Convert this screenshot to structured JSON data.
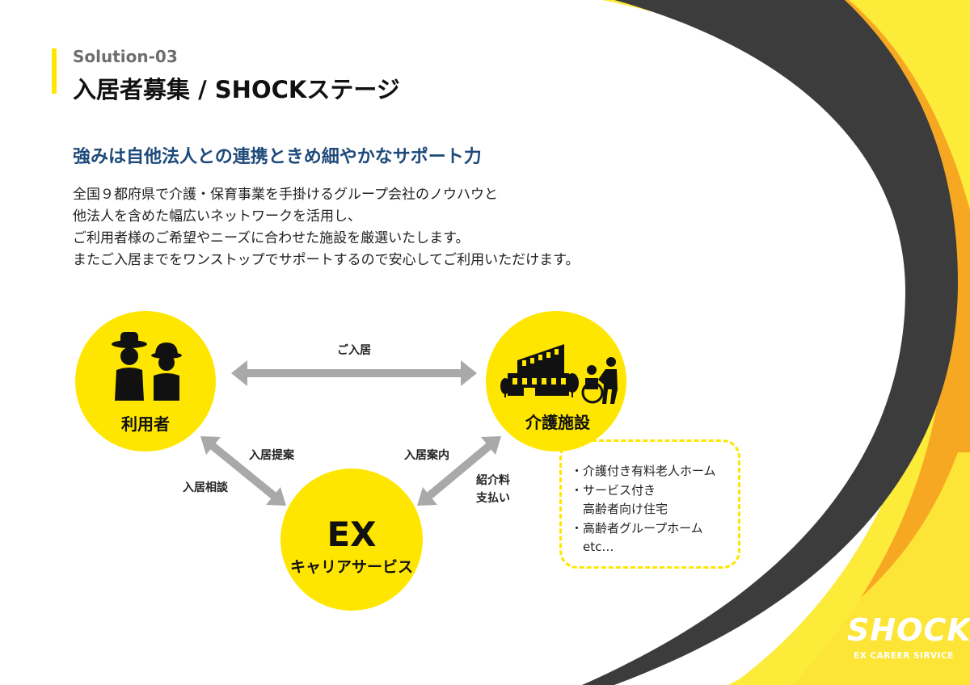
{
  "header": {
    "section": "Solution-03",
    "title": "入居者募集 / SHOCKステージ"
  },
  "subtitle": "強みは自他法人との連携ときめ細やかなサポート力",
  "paragraph": [
    "全国９都府県で介護・保育事業を手掛けるグループ会社のノウハウと",
    "他法人を含めた幅広いネットワークを活用し、",
    "ご利用者様のご希望やニーズに合わせた施設を厳選いたします。",
    "またご入居までをワンストップでサポートするので安心してご利用いただけます。"
  ],
  "diagram": {
    "nodes": {
      "user": "利用者",
      "facility": "介護施設",
      "ex_main": "EX",
      "ex_sub": "キャリアサービス"
    },
    "flows": {
      "move_in": "ご入居",
      "proposal": "入居提案",
      "consultation": "入居相談",
      "guidance": "入居案内",
      "fee_line1": "紹介料",
      "fee_line2": "支払い"
    },
    "facility_types": [
      "・介護付き有料老人ホーム",
      "・サービス付き",
      "　高齢者向け住宅",
      "・高齢者グループホーム",
      "　etc…"
    ]
  },
  "brand": {
    "name": "SHOCK",
    "tagline": "EX CAREER SIRVICE"
  },
  "colors": {
    "accent_yellow": "#ffe600",
    "orange": "#f7a823",
    "dark_gray": "#3c3c3c",
    "arrow_gray": "#a9a9a9",
    "subtitle_blue": "#1e4a7a"
  }
}
